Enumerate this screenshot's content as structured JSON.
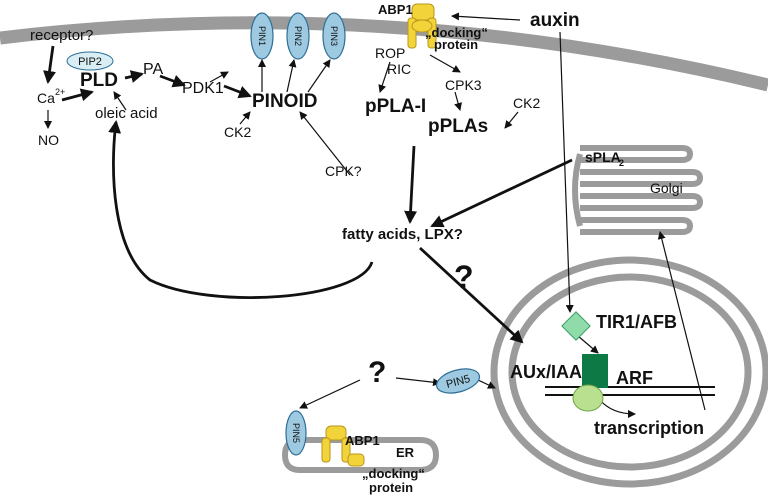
{
  "colors": {
    "membrane": "#9b9b9b",
    "pin": "#9dc9e1",
    "pin_stroke": "#2f6f96",
    "abp1": "#f2d43a",
    "tir1": "#8fdcaa",
    "auxiaa": "#0d7a45",
    "arf": "#b8e08e",
    "pip2": "#d8eef4"
  },
  "labels": {
    "receptor": "receptor?",
    "pip2": "PIP2",
    "pld": "PLD",
    "pa": "PA",
    "pdk1": "PDK1",
    "ca": "Ca",
    "ca_sup": "2+",
    "no": "NO",
    "oleic": "oleic acid",
    "pinoid": "PINOID",
    "ck2_left": "CK2",
    "pin1": "PIN1",
    "pin2": "PIN2",
    "pin3": "PIN3",
    "abp1_top": "ABP1",
    "docking_top_1": "„docking“",
    "docking_top_2": "protein",
    "auxin": "auxin",
    "rop": "ROP",
    "ric": "RIC",
    "cpk3": "CPK3",
    "ck2_right": "CK2",
    "pplai": "pPLA-I",
    "pplas": "pPLAs",
    "spla2": "sPLA",
    "spla2_sub": "2",
    "golgi": "Golgi",
    "cpk": "CPK?",
    "fatty": "fatty acids, LPX?",
    "q_big": "?",
    "q_mid": "?",
    "tir1": "TIR1/AFB",
    "auxiaa": "AUx/IAA",
    "arf": "ARF",
    "transcription": "transcription",
    "pin5_top": "PIN5",
    "pin5_er": "PIN5",
    "abp1_er": "ABP1",
    "er": "ER",
    "docking_er_1": "„docking“",
    "docking_er_2": "protein"
  }
}
